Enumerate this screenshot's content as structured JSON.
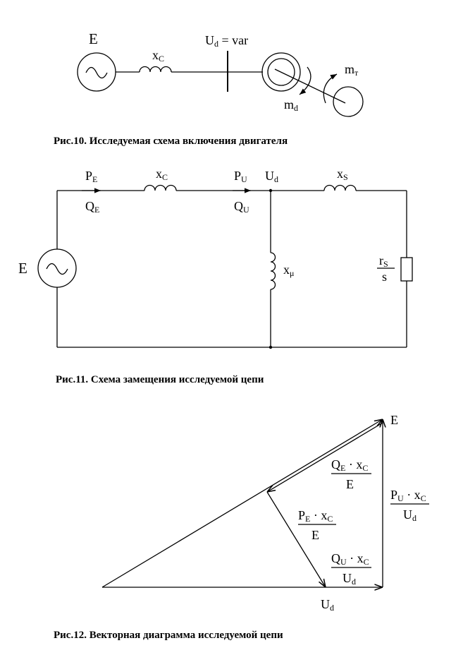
{
  "fig10": {
    "caption": "Рис.10. Исследуемая схема включения двигателя",
    "source_label": "E",
    "reactance_label": "x",
    "reactance_sub": "C",
    "voltage_label": "U",
    "voltage_sub": "d",
    "voltage_eq": " = var",
    "load_torque_label": "m",
    "load_torque_sub": "т",
    "motor_torque_label": "m",
    "motor_torque_sub": "d"
  },
  "fig11": {
    "caption": "Рис.11. Схема замещения исследуемой цепи",
    "source_label": "E",
    "pe_label": "P",
    "pe_sub": "E",
    "qe_label": "Q",
    "qe_sub": "E",
    "xc_label": "x",
    "xc_sub": "C",
    "pu_label": "P",
    "pu_sub": "U",
    "qu_label": "Q",
    "qu_sub": "U",
    "ud_label": "U",
    "ud_sub": "d",
    "xs_label": "x",
    "xs_sub": "S",
    "xmu_label": "x",
    "xmu_sub": "μ",
    "rs_num": "r",
    "rs_sub": "S",
    "rs_den": "s"
  },
  "fig12": {
    "caption": "Рис.12. Векторная диаграмма исследуемой цепи",
    "e_label": "E",
    "ud_label": "U",
    "ud_sub": "d",
    "qe_num_a": "Q",
    "qe_num_a_sub": "E",
    "qe_num_dot": " · x",
    "qe_num_b_sub": "C",
    "qe_den": "E",
    "pe_num_a": "P",
    "pe_num_a_sub": "E",
    "pe_num_dot": " · x",
    "pe_num_b_sub": "C",
    "pe_den": "E",
    "pu_num_a": "P",
    "pu_num_a_sub": "U",
    "pu_num_dot": " · x",
    "pu_num_b_sub": "C",
    "pu_den": "U",
    "pu_den_sub": "d",
    "qu_num_a": "Q",
    "qu_num_a_sub": "U",
    "qu_num_dot": " · x",
    "qu_num_b_sub": "C",
    "qu_den": "U",
    "qu_den_sub": "d"
  }
}
